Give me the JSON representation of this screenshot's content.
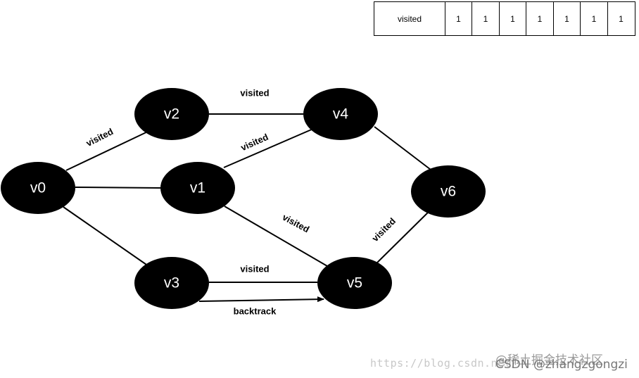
{
  "visited_array": {
    "header": "visited",
    "values": [
      "1",
      "1",
      "1",
      "1",
      "1",
      "1",
      "1"
    ]
  },
  "nodes": [
    {
      "id": "v0",
      "label": "v0"
    },
    {
      "id": "v1",
      "label": "v1"
    },
    {
      "id": "v2",
      "label": "v2"
    },
    {
      "id": "v3",
      "label": "v3"
    },
    {
      "id": "v4",
      "label": "v4"
    },
    {
      "id": "v5",
      "label": "v5"
    },
    {
      "id": "v6",
      "label": "v6"
    }
  ],
  "edges": [
    {
      "from": "v0",
      "to": "v2",
      "label": "visited"
    },
    {
      "from": "v0",
      "to": "v1",
      "label": ""
    },
    {
      "from": "v0",
      "to": "v3",
      "label": ""
    },
    {
      "from": "v2",
      "to": "v4",
      "label": "visited"
    },
    {
      "from": "v1",
      "to": "v4",
      "label": "visited"
    },
    {
      "from": "v1",
      "to": "v5",
      "label": "visited"
    },
    {
      "from": "v4",
      "to": "v6",
      "label": ""
    },
    {
      "from": "v5",
      "to": "v6",
      "label": "visited"
    },
    {
      "from": "v3",
      "to": "v5",
      "label": "visited"
    },
    {
      "from": "v3",
      "to": "v5",
      "label": "backtrack",
      "arrow": true
    }
  ],
  "watermark": {
    "url": "https://blog.csdn.net/",
    "signature_top": "@稀土掘金技术社区",
    "signature_bottom": "CSDN @zhangzgongzi"
  },
  "colors": {
    "node_fill": "#000000",
    "node_text": "#ffffff",
    "edge": "#000000",
    "label": "#000000"
  }
}
